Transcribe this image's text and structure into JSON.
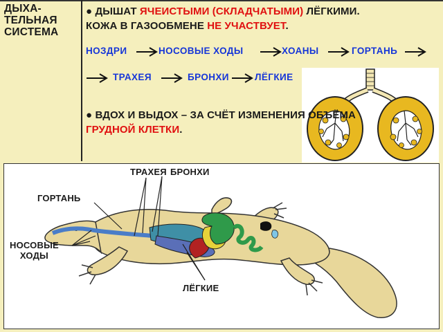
{
  "side_title": [
    "ДЫХА-",
    "ТЕЛЬНАЯ",
    "СИСТЕМА"
  ],
  "bullet": "●",
  "line1": {
    "part1": "ДЫШАТ ",
    "part2": "ЯЧЕИСТЫМИ (СКЛАДЧАТЫМИ)",
    "part3": " ЛЁГКИМИ."
  },
  "line2": {
    "part1": "КОЖА В ГАЗООБМЕНЕ ",
    "part2": "НЕ УЧАСТВУЕТ",
    "part3": "."
  },
  "chain1": [
    "НОЗДРИ",
    "НОСОВЫЕ ХОДЫ",
    "ХОАНЫ",
    "ГОРТАНЬ"
  ],
  "chain2": [
    "ТРАХЕЯ",
    "БРОНХИ",
    "ЛЁГКИЕ"
  ],
  "line3": {
    "part1": "ВДОХ И ВЫДОХ – ЗА СЧЁТ ИЗМЕНЕНИЯ ОБЪЁМА",
    "part2": "ГРУДНОЙ КЛЕТКИ",
    "part3": "."
  },
  "diagram_labels": {
    "trachea": "ТРАХЕЯ",
    "bronchi": "БРОНХИ",
    "larynx": "ГОРТАНЬ",
    "nasal_1": "НОСОВЫЕ",
    "nasal_2": "ХОДЫ",
    "lungs": "ЛЁГКИЕ"
  },
  "colors": {
    "background": "#f5efbd",
    "red": "#e01010",
    "blue": "#1636d8",
    "lizard_body": "#e8d79a",
    "lungs_fill": "#e8b820"
  }
}
